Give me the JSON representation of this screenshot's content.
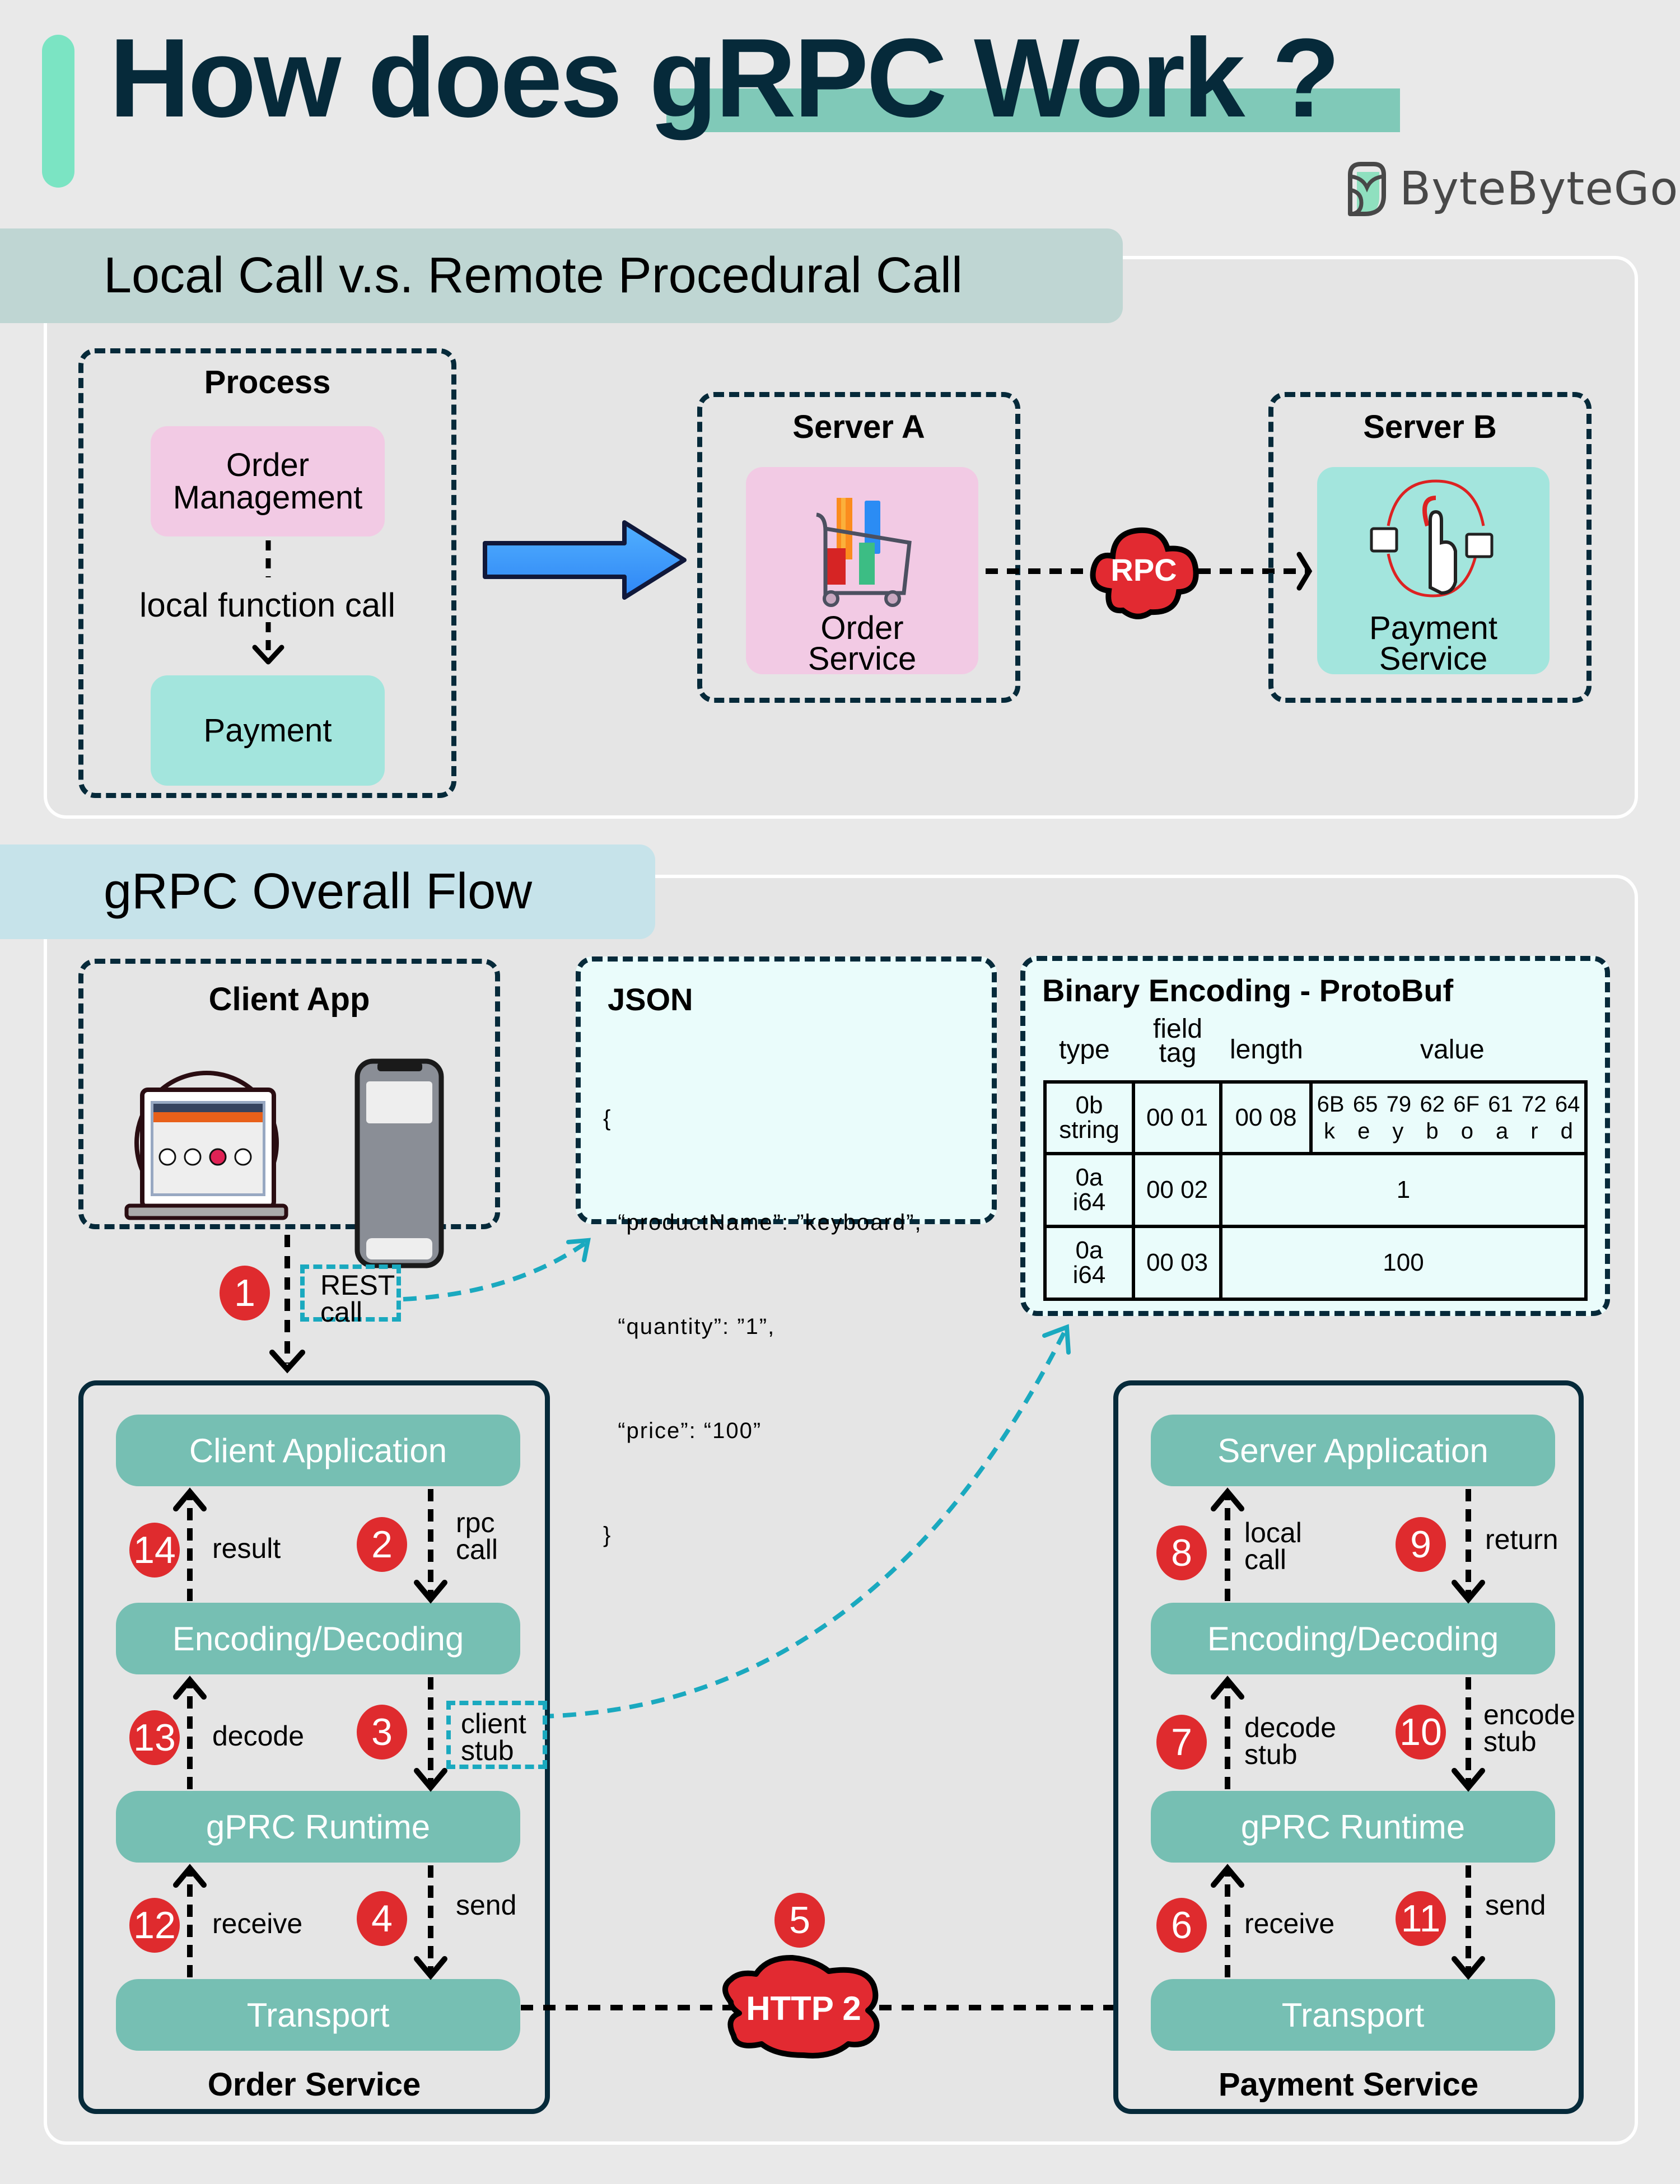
{
  "header": {
    "title_prefix": "How does ",
    "title_highlight": "gRPC Work ?",
    "brand": "ByteByteGo"
  },
  "colors": {
    "accent_mint": "#7be4c3",
    "title_highlight": "#80c9b8",
    "title_text": "#062a3a",
    "layer_teal": "#76bfb3",
    "badge_red": "#df2b2e",
    "stub_cyan": "#1aa9bf",
    "arrow_blue": "#3b8ff7",
    "pink_card": "#f2cae4",
    "mint_card": "#a3e5dd",
    "json_bg": "#eafcfb"
  },
  "local_vs_remote": {
    "section_title": "Local Call v.s. Remote Procedural Call",
    "process": {
      "title": "Process",
      "top_card": [
        "Order",
        "Management"
      ],
      "arrow_label": "local function call",
      "bottom_card": "Payment"
    },
    "server_a": {
      "title": "Server A",
      "card": [
        "Order",
        "Service"
      ],
      "icon": "shopping-cart-icon"
    },
    "rpc_label": "RPC",
    "server_b": {
      "title": "Server B",
      "card": [
        "Payment",
        "Service"
      ],
      "icon": "card-payment-icon"
    }
  },
  "grpc_flow": {
    "section_title": "gRPC Overall Flow",
    "client_app": {
      "title": "Client App",
      "icons": [
        "laptop-icon",
        "smartphone-icon"
      ]
    },
    "rest_call": {
      "step": "1",
      "label": [
        "REST",
        "call"
      ]
    },
    "json": {
      "title": "JSON",
      "lines": [
        "{",
        "  “productName”: ”keyboard”,",
        "  “quantity”: ”1”,",
        "  “price”: “100”",
        "}"
      ]
    },
    "protobuf": {
      "title": "Binary Encoding - ProtoBuf",
      "headers": {
        "type": "type",
        "field_tag": [
          "field",
          "tag"
        ],
        "length": "length",
        "value": "value"
      },
      "rows": [
        {
          "type": [
            "0b",
            "string"
          ],
          "field_tag": "00 01",
          "length": "00 08",
          "hex": [
            "6B",
            "65",
            "79",
            "62",
            "6F",
            "61",
            "72",
            "64"
          ],
          "chars": [
            "k",
            "e",
            "y",
            "b",
            "o",
            "a",
            "r",
            "d"
          ]
        },
        {
          "type": [
            "0a",
            "i64"
          ],
          "field_tag": "00 02",
          "value": "1"
        },
        {
          "type": [
            "0a",
            "i64"
          ],
          "field_tag": "00 03",
          "value": "100"
        }
      ]
    },
    "order_service": {
      "name": "Order Service",
      "layers": [
        "Client Application",
        "Encoding/Decoding",
        "gPRC Runtime",
        "Transport"
      ],
      "steps_down": [
        {
          "step": "2",
          "label": [
            "rpc",
            "call"
          ]
        },
        {
          "step": "3",
          "label": [
            "client",
            "stub"
          ]
        },
        {
          "step": "4",
          "label": [
            "send"
          ]
        }
      ],
      "steps_up": [
        {
          "step": "14",
          "label": [
            "result"
          ]
        },
        {
          "step": "13",
          "label": [
            "decode"
          ]
        },
        {
          "step": "12",
          "label": [
            "receive"
          ]
        }
      ]
    },
    "transport_link": {
      "step": "5",
      "label": "HTTP 2"
    },
    "payment_service": {
      "name": "Payment Service",
      "layers": [
        "Server Application",
        "Encoding/Decoding",
        "gPRC Runtime",
        "Transport"
      ],
      "steps_up": [
        {
          "step": "8",
          "label": [
            "local",
            "call"
          ]
        },
        {
          "step": "7",
          "label": [
            "decode",
            "stub"
          ]
        },
        {
          "step": "6",
          "label": [
            "receive"
          ]
        }
      ],
      "steps_down": [
        {
          "step": "9",
          "label": [
            "return"
          ]
        },
        {
          "step": "10",
          "label": [
            "encode",
            "stub"
          ]
        },
        {
          "step": "11",
          "label": [
            "send"
          ]
        }
      ]
    }
  }
}
